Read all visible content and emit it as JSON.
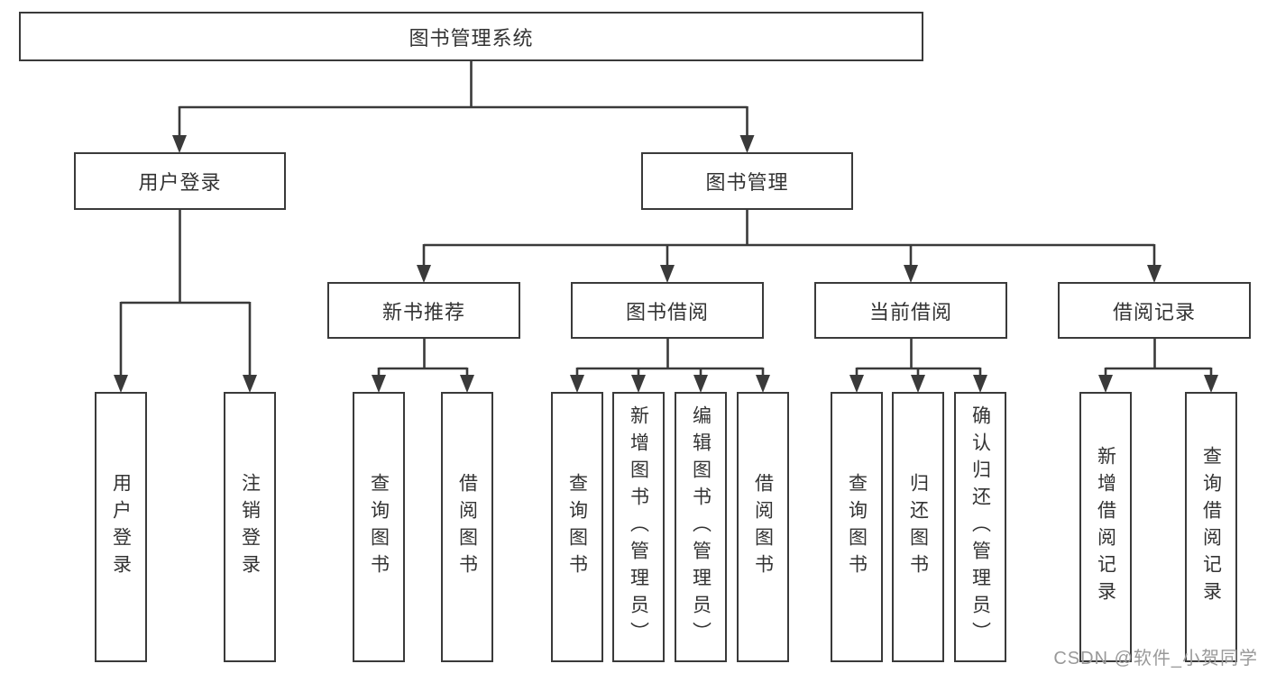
{
  "diagram_title": "图书管理系统",
  "tree": {
    "root": {
      "label": "图书管理系统"
    },
    "branches": [
      {
        "label": "用户登录",
        "children": [
          {
            "label": "用户登录"
          },
          {
            "label": "注销登录"
          }
        ]
      },
      {
        "label": "图书管理",
        "children": [
          {
            "label": "新书推荐",
            "children": [
              {
                "label": "查询图书"
              },
              {
                "label": "借阅图书"
              }
            ]
          },
          {
            "label": "图书借阅",
            "children": [
              {
                "label": "查询图书"
              },
              {
                "label": "新增图书（管理员）"
              },
              {
                "label": "编辑图书（管理员）"
              },
              {
                "label": "借阅图书"
              }
            ]
          },
          {
            "label": "当前借阅",
            "children": [
              {
                "label": "查询图书"
              },
              {
                "label": "归还图书"
              },
              {
                "label": "确认归还（管理员）"
              }
            ]
          },
          {
            "label": "借阅记录",
            "children": [
              {
                "label": "新增借阅记录"
              },
              {
                "label": "查询借阅记录"
              }
            ]
          }
        ]
      }
    ]
  },
  "watermark": {
    "text": "CSDN @软件_小贺同学"
  },
  "colors": {
    "line": "#3a3a3a",
    "text": "#333333",
    "background": "#ffffff",
    "watermark": "#999999"
  }
}
